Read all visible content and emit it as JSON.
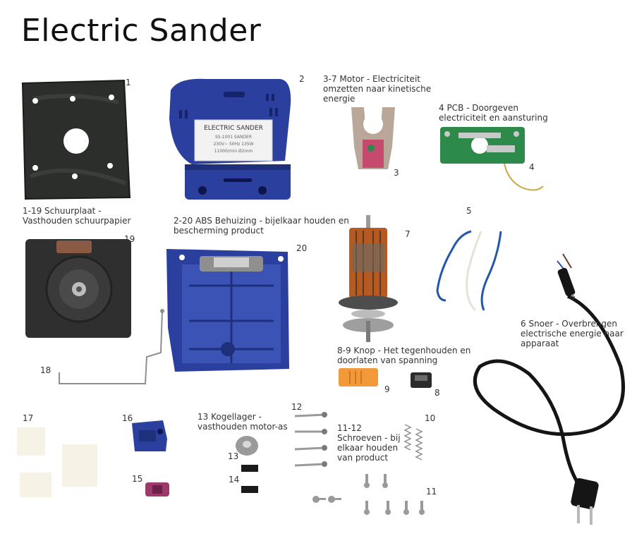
{
  "title": "Electric Sander",
  "labels": {
    "l1_19": [
      "1-19 Schuurplaat -",
      "Vasthouden schuurpapier"
    ],
    "l2_20": [
      "2-20 ABS Behuizing - bijelkaar houden en",
      "bescherming product"
    ],
    "l3_7": [
      "3-7 Motor - Electriciteit",
      "omzetten naar kinetische",
      "energie"
    ],
    "l4": [
      "4 PCB - Doorgeven",
      "electriciteit en aansturing"
    ],
    "l6": [
      "6 Snoer - Overbrengen",
      "electrische energie naar",
      "apparaat"
    ],
    "l8_9": [
      "8-9 Knop - Het tegenhouden en",
      "doorlaten van spanning"
    ],
    "l13": [
      "13 Kogellager -",
      "vasthouden motor-as"
    ],
    "l11_12": [
      "11-12",
      "Schroeven - bij",
      "elkaar houden",
      "van product"
    ]
  },
  "numbers": {
    "n1": "1",
    "n2": "2",
    "n3": "3",
    "n4": "4",
    "n5": "5",
    "n6": "6",
    "n7": "7",
    "n8": "8",
    "n9": "9",
    "n10": "10",
    "n11": "11",
    "n12": "12",
    "n13": "13",
    "n14": "14",
    "n15": "15",
    "n16": "16",
    "n17": "17",
    "n18": "18",
    "n19": "19",
    "n20": "20"
  },
  "sticker_text": [
    "ELECTRIC SANDER",
    "SS-1001  SANDER",
    "230V~  50Hz  135W",
    "11000/min   Ø2mm"
  ],
  "colors": {
    "housing_blue": "#2a3f9e",
    "pad_black": "#2b2e2b",
    "pcb_green": "#2e8a4a",
    "copper": "#b45a22",
    "switch_orange": "#f29a3a",
    "cable_black": "#151515",
    "wire_blue": "#2457a8",
    "brush_pink": "#9c3b6b"
  }
}
